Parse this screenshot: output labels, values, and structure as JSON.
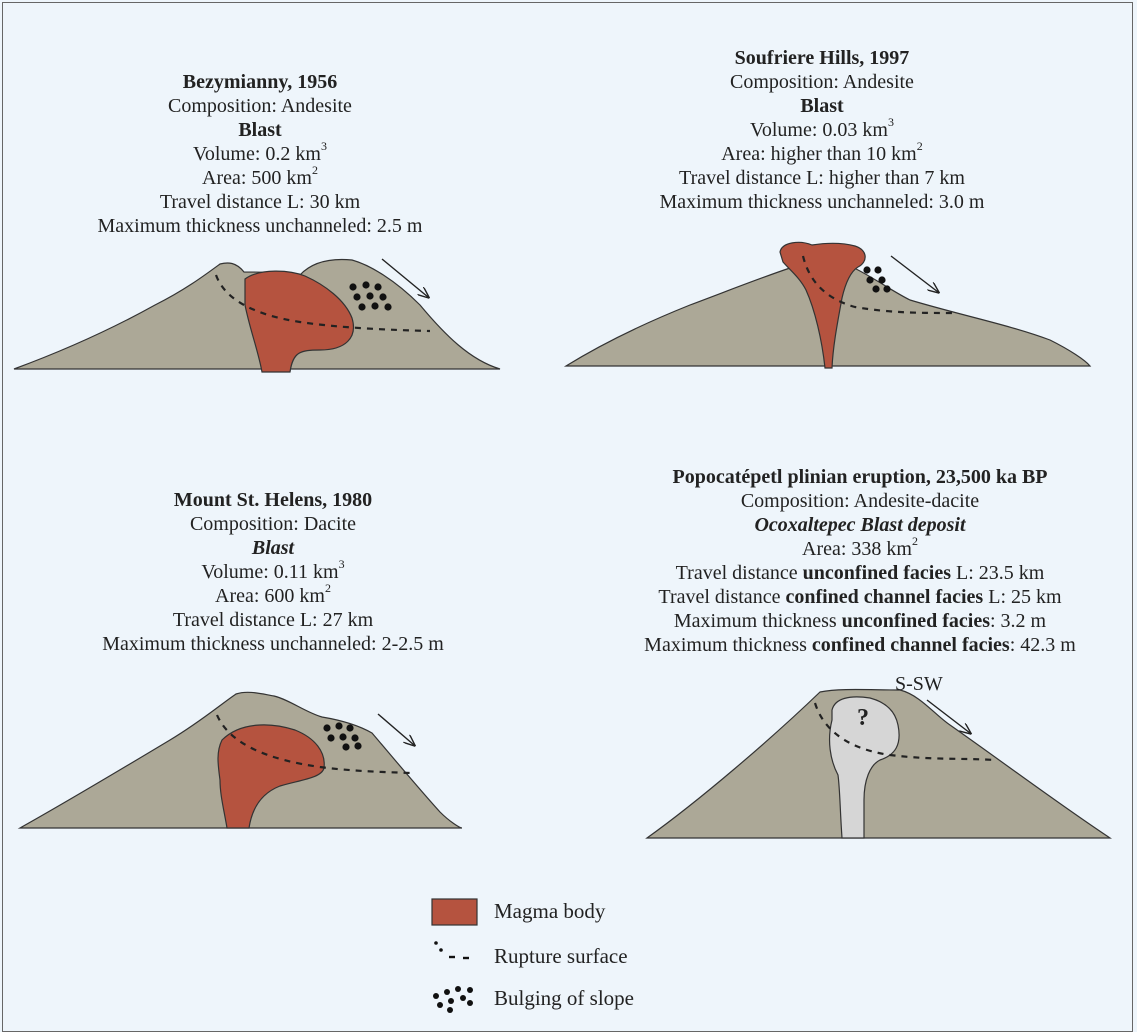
{
  "panels": {
    "bezymianny": {
      "title": "Bezymianny, 1956",
      "composition": "Composition: Andesite",
      "event": "Blast",
      "volume": "Volume: 0.2 km",
      "volume_sup": "3",
      "area": "Area: 500 km",
      "area_sup": "2",
      "travel": "Travel distance L: 30 km",
      "thickness": "Maximum thickness unchanneled: 2.5 m"
    },
    "soufriere": {
      "title": "Soufriere Hills, 1997",
      "composition": "Composition: Andesite",
      "event": "Blast",
      "volume": "Volume: 0.03 km",
      "volume_sup": "3",
      "area": "Area: higher than 10 km",
      "area_sup": "2",
      "travel": "Travel distance L: higher than 7 km",
      "thickness": "Maximum thickness unchanneled: 3.0 m"
    },
    "st_helens": {
      "title": "Mount St. Helens, 1980",
      "composition": "Composition: Dacite",
      "event": "Blast",
      "volume": "Volume: 0.11 km",
      "volume_sup": "3",
      "area": "Area: 600 km",
      "area_sup": "2",
      "travel": "Travel distance L: 27 km",
      "thickness": "Maximum thickness unchanneled: 2-2.5 m"
    },
    "popocatepetl": {
      "title": "Popocatépetl plinian eruption, 23,500 ka BP",
      "composition": "Composition: Andesite-dacite",
      "event": "Ocoxaltepec Blast deposit",
      "area": "Area: 338 km",
      "area_sup": "2",
      "travel1_a": "Travel distance ",
      "travel1_b": "unconfined facies",
      "travel1_c": " L: 23.5 km",
      "travel2_a": "Travel distance ",
      "travel2_b": "confined channel facies",
      "travel2_c": " L: 25 km",
      "thick1_a": "Maximum thickness ",
      "thick1_b": "unconfined facies",
      "thick1_c": ": 3.2 m",
      "thick2_a": "Maximum thickness ",
      "thick2_b": "confined channel facies",
      "thick2_c": ": 42.3 m",
      "direction": "S-SW",
      "unknown_mark": "?"
    }
  },
  "legend": {
    "magma": "Magma body",
    "rupture": "Rupture surface",
    "bulging": "Bulging of slope"
  },
  "colors": {
    "background": "#eef5fb",
    "edifice": "#aca897",
    "magma": "#b5533f",
    "unknown_body": "#d6d6d6"
  }
}
